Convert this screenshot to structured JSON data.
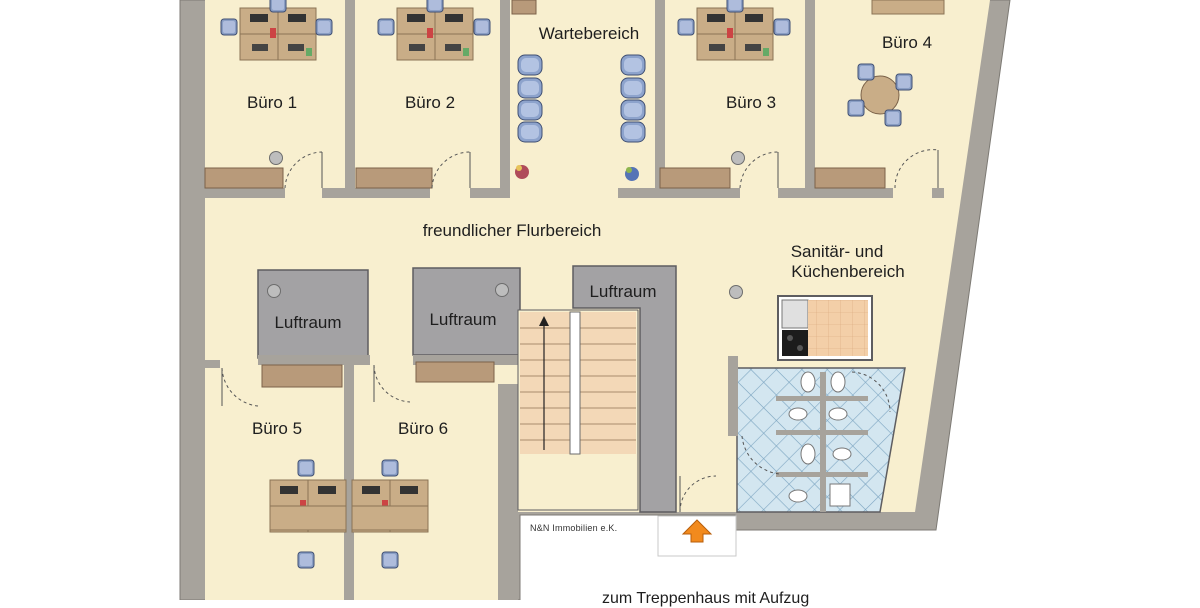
{
  "colors": {
    "floor": "#f8efcf",
    "wall": "#a7a39c",
    "void": "#a3a2a4",
    "stair": "#f3d8b7",
    "sanitary": "#cfe3ee",
    "kitchen": "#f3cfa8",
    "desk": "#c9ad87",
    "chair": "#8a9ec4",
    "arrow": "#f28a1d"
  },
  "rooms": {
    "office_1": "Büro 1",
    "office_2": "Büro 2",
    "office_3": "Büro 3",
    "office_4": "Büro 4",
    "office_5": "Büro 5",
    "office_6": "Büro 6",
    "waiting": "Wartebereich",
    "hallway": "freundlicher Flurbereich",
    "sanitary_line1": "Sanitär- und",
    "sanitary_line2": "Küchenbereich",
    "void_1": "Luftraum",
    "void_2": "Luftraum",
    "void_3": "Luftraum"
  },
  "copyright": "N&N Immobilien e.K.",
  "footer_partial": "zum Treppenhaus mit Aufzug",
  "icons": [
    "entrance-arrow-icon",
    "plant-icon",
    "round-table-icon",
    "toilet-icon",
    "sink-icon",
    "stove-icon"
  ]
}
